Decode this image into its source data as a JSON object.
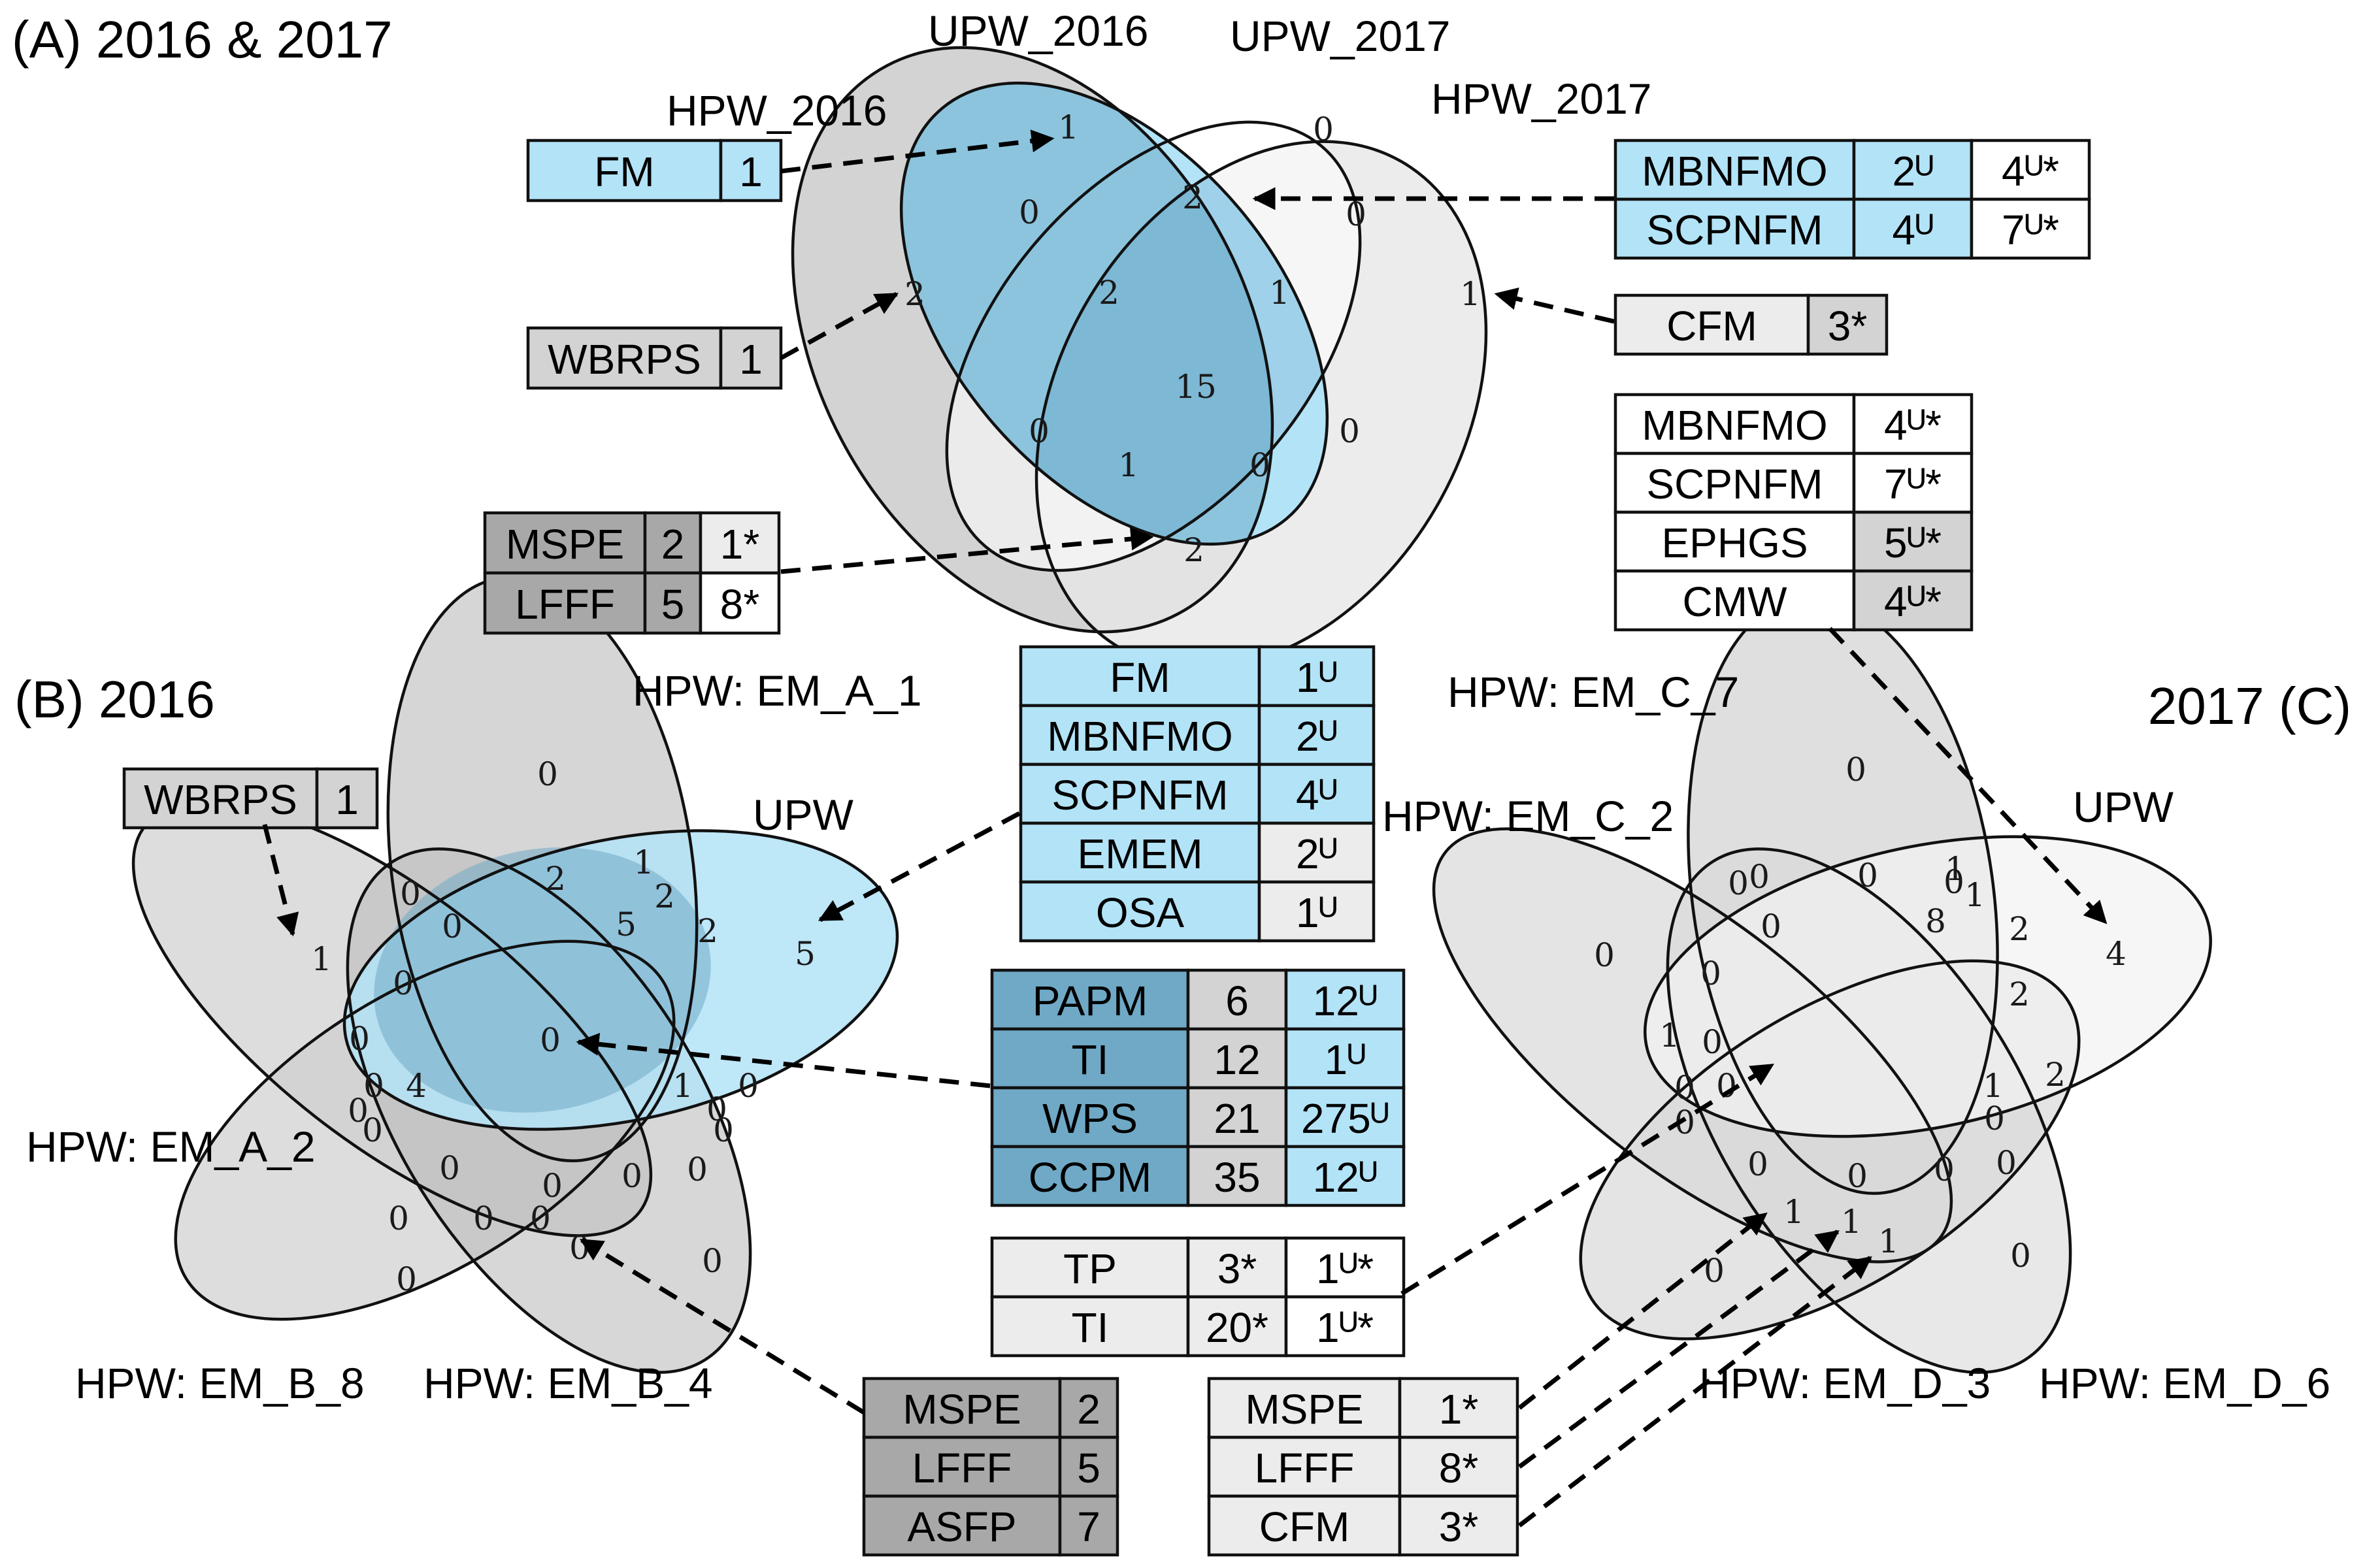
{
  "colors": {
    "blue": "#b3e3f7",
    "blue_dark": "#8cc4dd",
    "blue_darker": "#6fa9c6",
    "gray_light": "#ececec",
    "gray_mid": "#d3d3d3",
    "gray_dark": "#a8a8a8",
    "white": "#ffffff"
  },
  "panels": {
    "A": "(A) 2016 & 2017",
    "B": "(B) 2016",
    "C": "2017 (C)"
  },
  "labels": {
    "a_upw2016": "UPW_2016",
    "a_upw2017": "UPW_2017",
    "a_hpw2016": "HPW_2016",
    "a_hpw2017": "HPW_2017",
    "b_em_a_1": "HPW: EM_A_1",
    "b_upw": "UPW",
    "b_em_a_2": "HPW: EM_A_2",
    "b_em_b_8": "HPW: EM_B_8",
    "b_em_b_4": "HPW: EM_B_4",
    "c_em_c_7": "HPW: EM_C_7",
    "c_em_c_2": "HPW: EM_C_2",
    "c_upw": "UPW",
    "c_em_d_3": "HPW: EM_D_3",
    "c_em_d_6": "HPW: EM_D_6"
  },
  "venn_a_counts": [
    "1",
    "0",
    "0",
    "2",
    "0",
    "2",
    "2",
    "1",
    "1",
    "15",
    "0",
    "0",
    "1",
    "0",
    "2"
  ],
  "venn_b_counts": [
    "0",
    "1",
    "5",
    "0",
    "0",
    "2",
    "1",
    "2",
    "5",
    "2",
    "0",
    "0",
    "0",
    "4",
    "0",
    "0",
    "1",
    "0",
    "0",
    "0",
    "0",
    "0",
    "0",
    "0",
    "0",
    "0",
    "0",
    "0",
    "0",
    "0",
    "0"
  ],
  "venn_c_counts": [
    "0",
    "0",
    "4",
    "0",
    "0",
    "0",
    "0",
    "1",
    "8",
    "2",
    "0",
    "1",
    "0",
    "2",
    "1",
    "0",
    "0",
    "1",
    "2",
    "0",
    "0",
    "0",
    "0",
    "0",
    "0",
    "0",
    "1",
    "1",
    "1",
    "0",
    "0"
  ],
  "tables": {
    "fm_a": {
      "rows": [
        [
          "FM",
          "1"
        ]
      ]
    },
    "wbrps_a": {
      "rows": [
        [
          "WBRPS",
          "1"
        ]
      ]
    },
    "mspe_a": {
      "rows": [
        [
          "MSPE",
          "2",
          "1*"
        ],
        [
          "LFFF",
          "5",
          "8*"
        ]
      ]
    },
    "mbnfmo_a": {
      "rows": [
        [
          "MBNFMO",
          "2ᵁ",
          "4ᵁ*"
        ],
        [
          "SCPNFM",
          "4ᵁ",
          "7ᵁ*"
        ]
      ]
    },
    "cfm_a": {
      "rows": [
        [
          "CFM",
          "3*"
        ]
      ]
    },
    "list_c": {
      "rows": [
        [
          "MBNFMO",
          "4ᵁ*"
        ],
        [
          "SCPNFM",
          "7ᵁ*"
        ],
        [
          "EPHGS",
          "5ᵁ*"
        ],
        [
          "CMW",
          "4ᵁ*"
        ]
      ]
    },
    "wbrps_b": {
      "rows": [
        [
          "WBRPS",
          "1"
        ]
      ]
    },
    "upw_b": {
      "rows": [
        [
          "FM",
          "1ᵁ"
        ],
        [
          "MBNFMO",
          "2ᵁ"
        ],
        [
          "SCPNFM",
          "4ᵁ"
        ],
        [
          "EMEM",
          "2ᵁ"
        ],
        [
          "OSA",
          "1ᵁ"
        ]
      ]
    },
    "core": {
      "rows": [
        [
          "PAPM",
          "6",
          "12ᵁ"
        ],
        [
          "TI",
          "12",
          "1ᵁ"
        ],
        [
          "WPS",
          "21",
          "275ᵁ"
        ],
        [
          "CCPM",
          "35",
          "12ᵁ"
        ]
      ]
    },
    "tp": {
      "rows": [
        [
          "TP",
          "3*",
          "1ᵁ*"
        ],
        [
          "TI",
          "20*",
          "1ᵁ*"
        ]
      ]
    },
    "mspe_b": {
      "rows": [
        [
          "MSPE",
          "2"
        ],
        [
          "LFFF",
          "5"
        ],
        [
          "ASFP",
          "7"
        ]
      ]
    },
    "mspe_c": {
      "rows": [
        [
          "MSPE",
          "1*"
        ],
        [
          "LFFF",
          "8*"
        ],
        [
          "CFM",
          "3*"
        ]
      ]
    }
  }
}
